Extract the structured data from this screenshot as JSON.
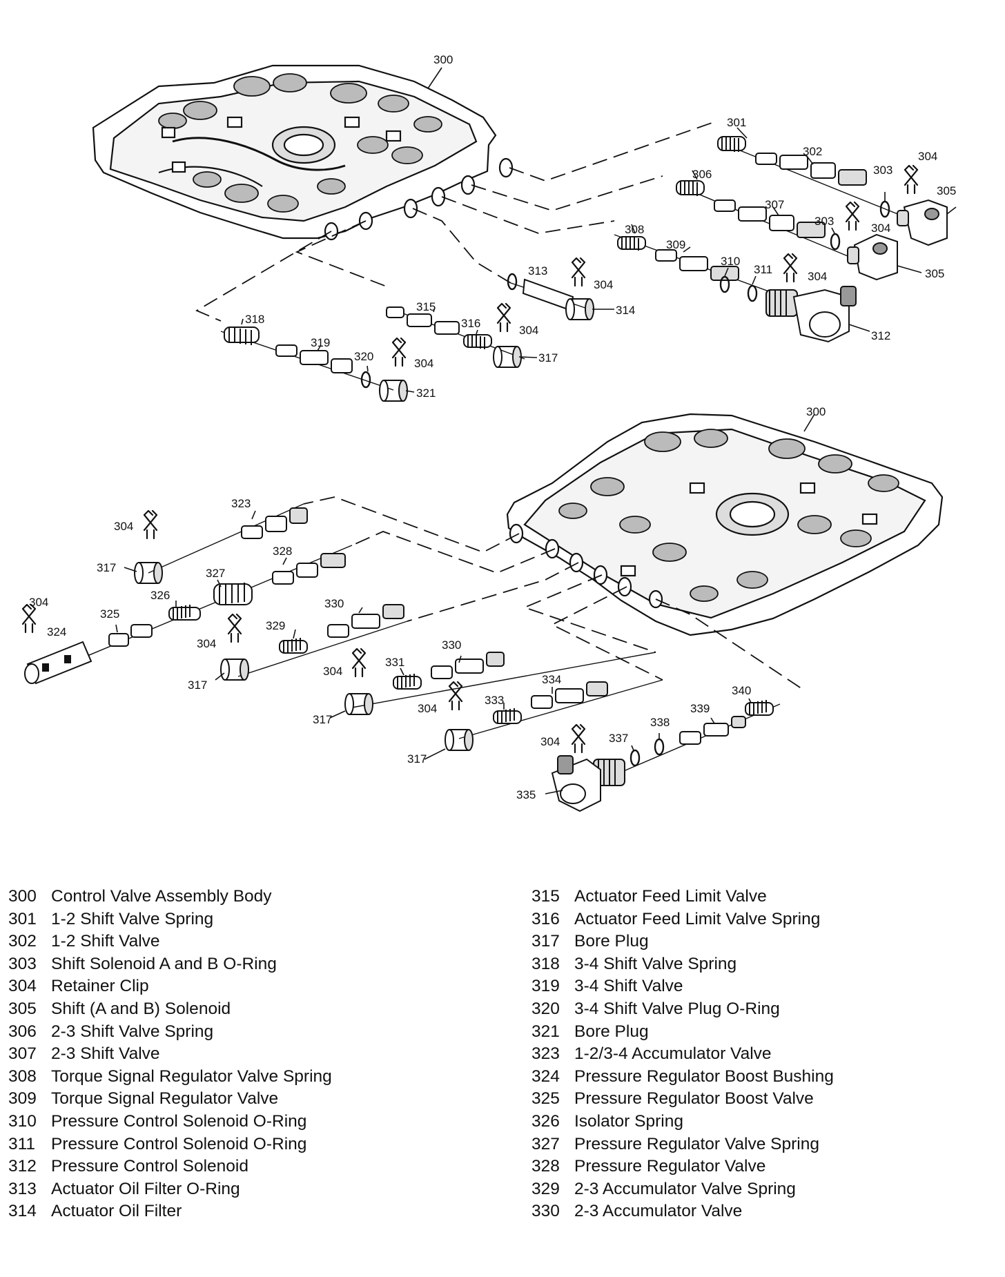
{
  "callouts": {
    "c300a": "300",
    "c301": "301",
    "c302": "302",
    "c303a": "303",
    "c304a": "304",
    "c305a": "305",
    "c306": "306",
    "c307": "307",
    "c303b": "303",
    "c304b": "304",
    "c305b": "305",
    "c308": "308",
    "c309": "309",
    "c310": "310",
    "c311": "311",
    "c304c": "304",
    "c312": "312",
    "c313": "313",
    "c304d": "304",
    "c314": "314",
    "c315": "315",
    "c316": "316",
    "c304e": "304",
    "c317a": "317",
    "c318": "318",
    "c319": "319",
    "c320": "320",
    "c304f": "304",
    "c321": "321",
    "c300b": "300",
    "c323": "323",
    "c304g": "304",
    "c317b": "317",
    "c328": "328",
    "c327": "327",
    "c304h": "304",
    "c324": "324",
    "c325": "325",
    "c326": "326",
    "c330a": "330",
    "c329": "329",
    "c304i": "304",
    "c317c": "317",
    "c330b": "330",
    "c331": "331",
    "c304j": "304",
    "c317d": "317",
    "c334": "334",
    "c333": "333",
    "c304k": "304",
    "c317e": "317",
    "c340": "340",
    "c339": "339",
    "c338": "338",
    "c337": "337",
    "c304l": "304",
    "c335": "335"
  },
  "legend": {
    "left": [
      {
        "num": "300",
        "label": "Control Valve Assembly Body"
      },
      {
        "num": "301",
        "label": "1-2 Shift Valve Spring"
      },
      {
        "num": "302",
        "label": "1-2 Shift Valve"
      },
      {
        "num": "303",
        "label": "Shift Solenoid A and B O-Ring"
      },
      {
        "num": "304",
        "label": "Retainer Clip"
      },
      {
        "num": "305",
        "label": "Shift (A and B) Solenoid"
      },
      {
        "num": "306",
        "label": "2-3 Shift Valve Spring"
      },
      {
        "num": "307",
        "label": "2-3 Shift Valve"
      },
      {
        "num": "308",
        "label": "Torque Signal Regulator Valve Spring"
      },
      {
        "num": "309",
        "label": "Torque Signal Regulator Valve"
      },
      {
        "num": "310",
        "label": "Pressure Control Solenoid O-Ring"
      },
      {
        "num": "311",
        "label": "Pressure Control Solenoid O-Ring"
      },
      {
        "num": "312",
        "label": "Pressure Control Solenoid"
      },
      {
        "num": "313",
        "label": "Actuator Oil Filter O-Ring"
      },
      {
        "num": "314",
        "label": "Actuator Oil Filter"
      }
    ],
    "right": [
      {
        "num": "315",
        "label": "Actuator Feed Limit Valve"
      },
      {
        "num": "316",
        "label": "Actuator Feed Limit Valve Spring"
      },
      {
        "num": "317",
        "label": "Bore Plug"
      },
      {
        "num": "318",
        "label": "3-4 Shift Valve Spring"
      },
      {
        "num": "319",
        "label": "3-4 Shift Valve"
      },
      {
        "num": "320",
        "label": "3-4 Shift Valve Plug O-Ring"
      },
      {
        "num": "321",
        "label": "Bore Plug"
      },
      {
        "num": "323",
        "label": "1-2/3-4 Accumulator Valve"
      },
      {
        "num": "324",
        "label": "Pressure Regulator Boost Bushing"
      },
      {
        "num": "325",
        "label": "Pressure Regulator Boost Valve"
      },
      {
        "num": "326",
        "label": "Isolator Spring"
      },
      {
        "num": "327",
        "label": "Pressure Regulator Valve Spring"
      },
      {
        "num": "328",
        "label": "Pressure Regulator Valve"
      },
      {
        "num": "329",
        "label": "2-3 Accumulator Valve Spring"
      },
      {
        "num": "330",
        "label": "2-3 Accumulator Valve"
      }
    ]
  }
}
